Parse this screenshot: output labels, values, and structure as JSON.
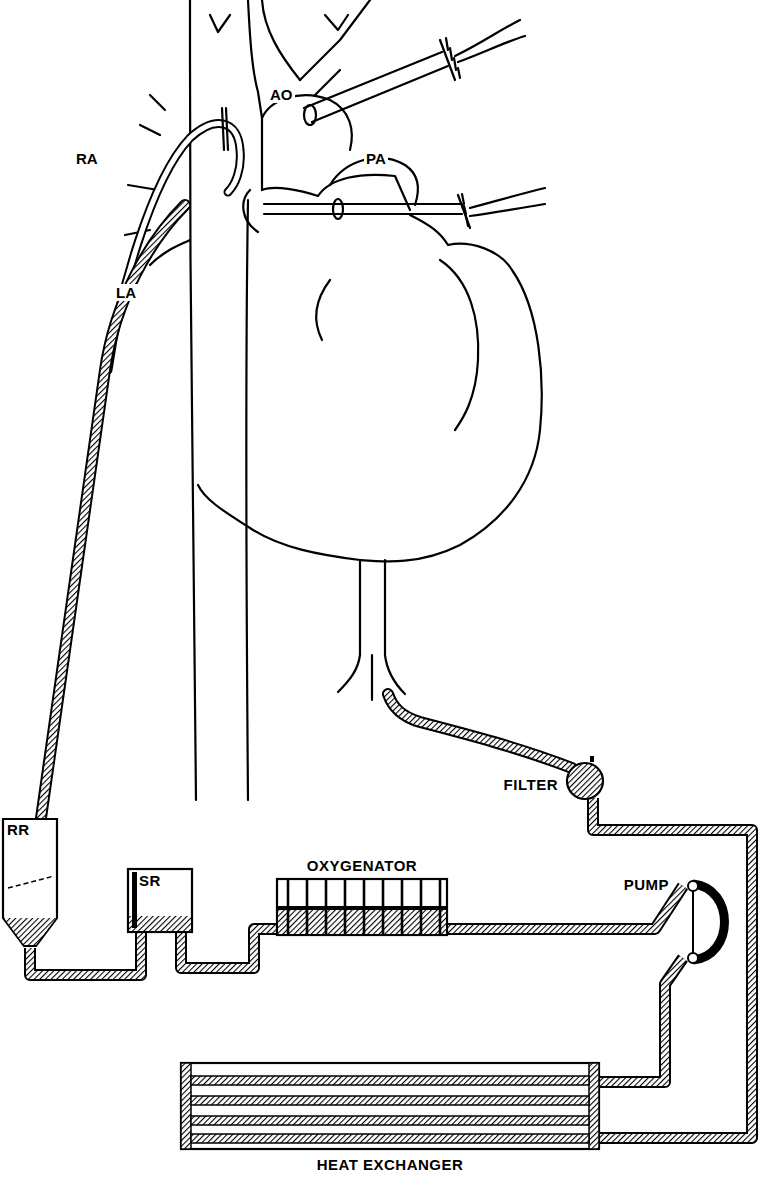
{
  "diagram": {
    "nodes": [
      {
        "text": [
          "RR"
        ]
      },
      {
        "text": [
          "SR"
        ]
      },
      {
        "text": [
          "OXYGENATOR"
        ]
      },
      {
        "text": [
          "FILTER"
        ]
      },
      {
        "text": [
          "PUMP"
        ]
      },
      {
        "text": [
          "HEAT EXCHANGER"
        ]
      }
    ],
    "edges": [
      {
        "from": 0,
        "to": 1,
        "arrow": "none"
      },
      {
        "from": 1,
        "to": 2,
        "arrow": "none"
      },
      {
        "from": 2,
        "to": 4,
        "arrow": "none"
      },
      {
        "from": 4,
        "to": 5,
        "arrow": "none"
      },
      {
        "from": 5,
        "to": 3,
        "arrow": "none"
      }
    ],
    "labels": [
      "AO",
      "PA",
      "RA",
      "LA"
    ]
  }
}
